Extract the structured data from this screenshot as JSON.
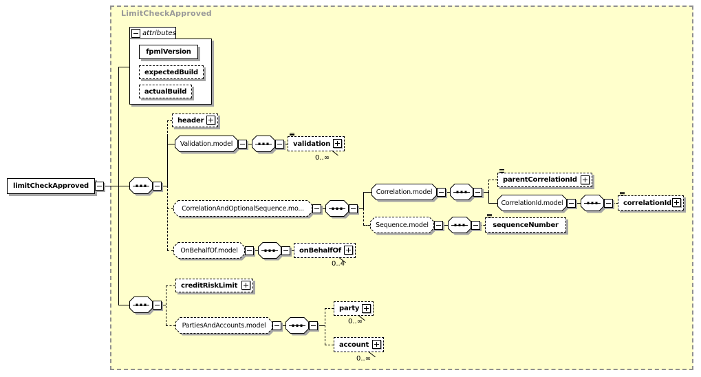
{
  "diagram": {
    "container_label": "LimitCheckApproved",
    "root": {
      "label": "limitCheckApproved"
    },
    "attributes": {
      "header": "attributes",
      "items": [
        {
          "label": "fpmlVersion",
          "required": true
        },
        {
          "label": "expectedBuild",
          "required": false
        },
        {
          "label": "actualBuild",
          "required": false
        }
      ]
    },
    "elements": {
      "header": "header",
      "validation": "validation",
      "parentCorrelationId": "parentCorrelationId",
      "correlationId": "correlationId",
      "sequenceNumber": "sequenceNumber",
      "onBehalfOf": "onBehalfOf",
      "creditRiskLimit": "creditRiskLimit",
      "party": "party",
      "account": "account"
    },
    "groups": {
      "validation": "Validation.model",
      "correlationAndOptionalSequence": "CorrelationAndOptionalSequence.mo...",
      "correlation": "Correlation.model",
      "correlationId": "CorrelationId.model",
      "sequence": "Sequence.model",
      "onBehalfOf": "OnBehalfOf.model",
      "partiesAndAccounts": "PartiesAndAccounts.model"
    },
    "occurs": {
      "validation": "0..∞",
      "onBehalfOf": "0..4",
      "party": "0..∞",
      "account": "0..∞"
    },
    "colors": {
      "canvas": "#ffffcc",
      "shadow": "#a6a6a6",
      "frame_border": "#8f8f8f",
      "title": "#999999",
      "node_fill": "#ffffff",
      "line": "#000000"
    }
  }
}
